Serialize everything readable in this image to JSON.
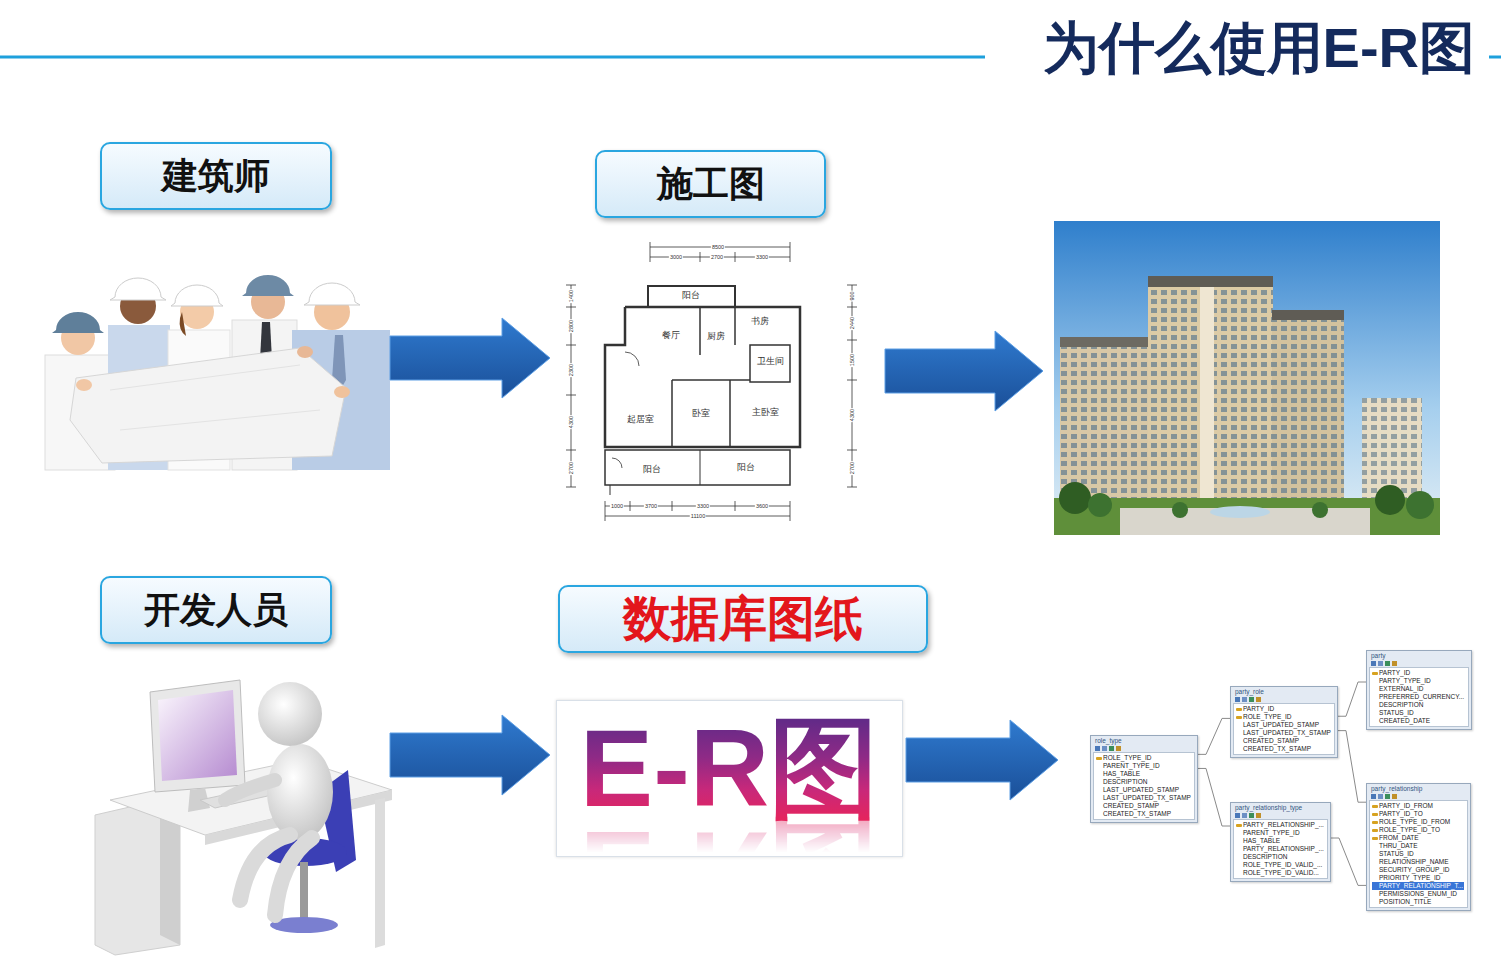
{
  "diagram": {
    "title": "为什么使用E-R图",
    "nodes": [
      {
        "text": [
          "建筑师"
        ]
      },
      {
        "text": [
          "施工图"
        ]
      },
      {
        "text": [
          "开发人员"
        ]
      },
      {
        "text": [
          "数据库图纸"
        ]
      },
      {
        "text": [
          "E-R图"
        ]
      },
      {
        "text": [
          "role_type",
          "ROLE_TYPE_ID",
          "PARENT_TYPE_ID",
          "HAS_TABLE",
          "DESCRIPTION",
          "LAST_UPDATED_STAMP",
          "LAST_UPDATED_TX_STAMP",
          "CREATED_STAMP",
          "CREATED_TX_STAMP"
        ]
      },
      {
        "text": [
          "party_role",
          "PARTY_ID",
          "ROLE_TYPE_ID",
          "LAST_UPDATED_STAMP",
          "LAST_UPDATED_TX_STAMP",
          "CREATED_STAMP",
          "CREATED_TX_STAMP"
        ]
      },
      {
        "text": [
          "party",
          "PARTY_ID",
          "PARTY_TYPE_ID",
          "EXTERNAL_ID",
          "PREFERRED_CURRENCY...",
          "DESCRIPTION",
          "STATUS_ID",
          "CREATED_DATE"
        ]
      },
      {
        "text": [
          "party_relationship_type",
          "PARTY_RELATIONSHIP_...",
          "PARENT_TYPE_ID",
          "HAS_TABLE",
          "PARTY_RELATIONSHIP_...",
          "DESCRIPTION",
          "ROLE_TYPE_ID_VALID_...",
          "ROLE_TYPE_ID_VALID..."
        ]
      },
      {
        "text": [
          "party_relationship",
          "PARTY_ID_FROM",
          "PARTY_ID_TO",
          "ROLE_TYPE_ID_FROM",
          "ROLE_TYPE_ID_TO",
          "FROM_DATE",
          "THRU_DATE",
          "STATUS_ID",
          "RELATIONSHIP_NAME",
          "SECURITY_GROUP_ID",
          "PRIORITY_TYPE_ID",
          "PARTY_RELATIONSHIP_T...",
          "PERMISSIONS_ENUM_ID",
          "POSITION_TITLE"
        ]
      }
    ],
    "edges": [
      {
        "from": 5,
        "to": 6,
        "arrow": "none"
      },
      {
        "from": 5,
        "to": 8,
        "arrow": "none"
      },
      {
        "from": 6,
        "to": 7,
        "arrow": "none"
      },
      {
        "from": 6,
        "to": 9,
        "arrow": "none"
      },
      {
        "from": 8,
        "to": 9,
        "arrow": "none"
      }
    ],
    "labels": [
      "阳台",
      "餐厅",
      "厨房",
      "书房",
      "卫生间",
      "起居室",
      "卧室",
      "主卧室",
      "阳台",
      "阳台",
      "8500",
      "3000",
      "2700",
      "3300",
      "1000",
      "3700",
      "3300",
      "3600",
      "11100",
      "1400",
      "2800",
      "2300",
      "4300",
      "2700",
      "900",
      "2440",
      "1500",
      "4300",
      "2700"
    ]
  }
}
